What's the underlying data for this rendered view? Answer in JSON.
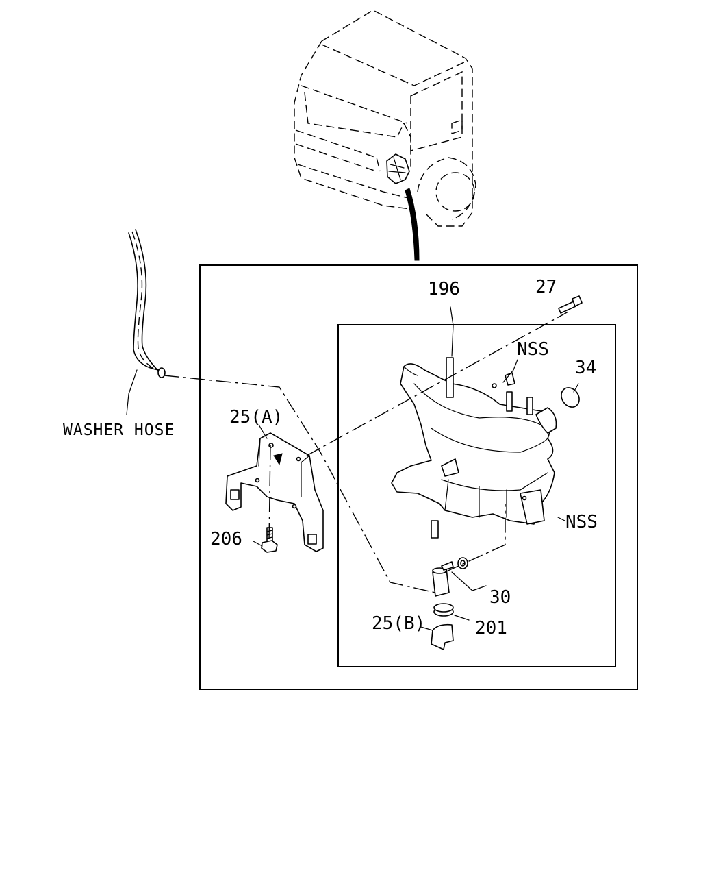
{
  "callouts": {
    "part_196": "196",
    "part_27": "27",
    "nss_upper": "NSS",
    "part_34": "34",
    "washer_hose": "WASHER HOSE",
    "part_25a": "25(A)",
    "nss_lower": "NSS",
    "part_206": "206",
    "part_30": "30",
    "part_25b": "25(B)",
    "part_201": "201"
  }
}
